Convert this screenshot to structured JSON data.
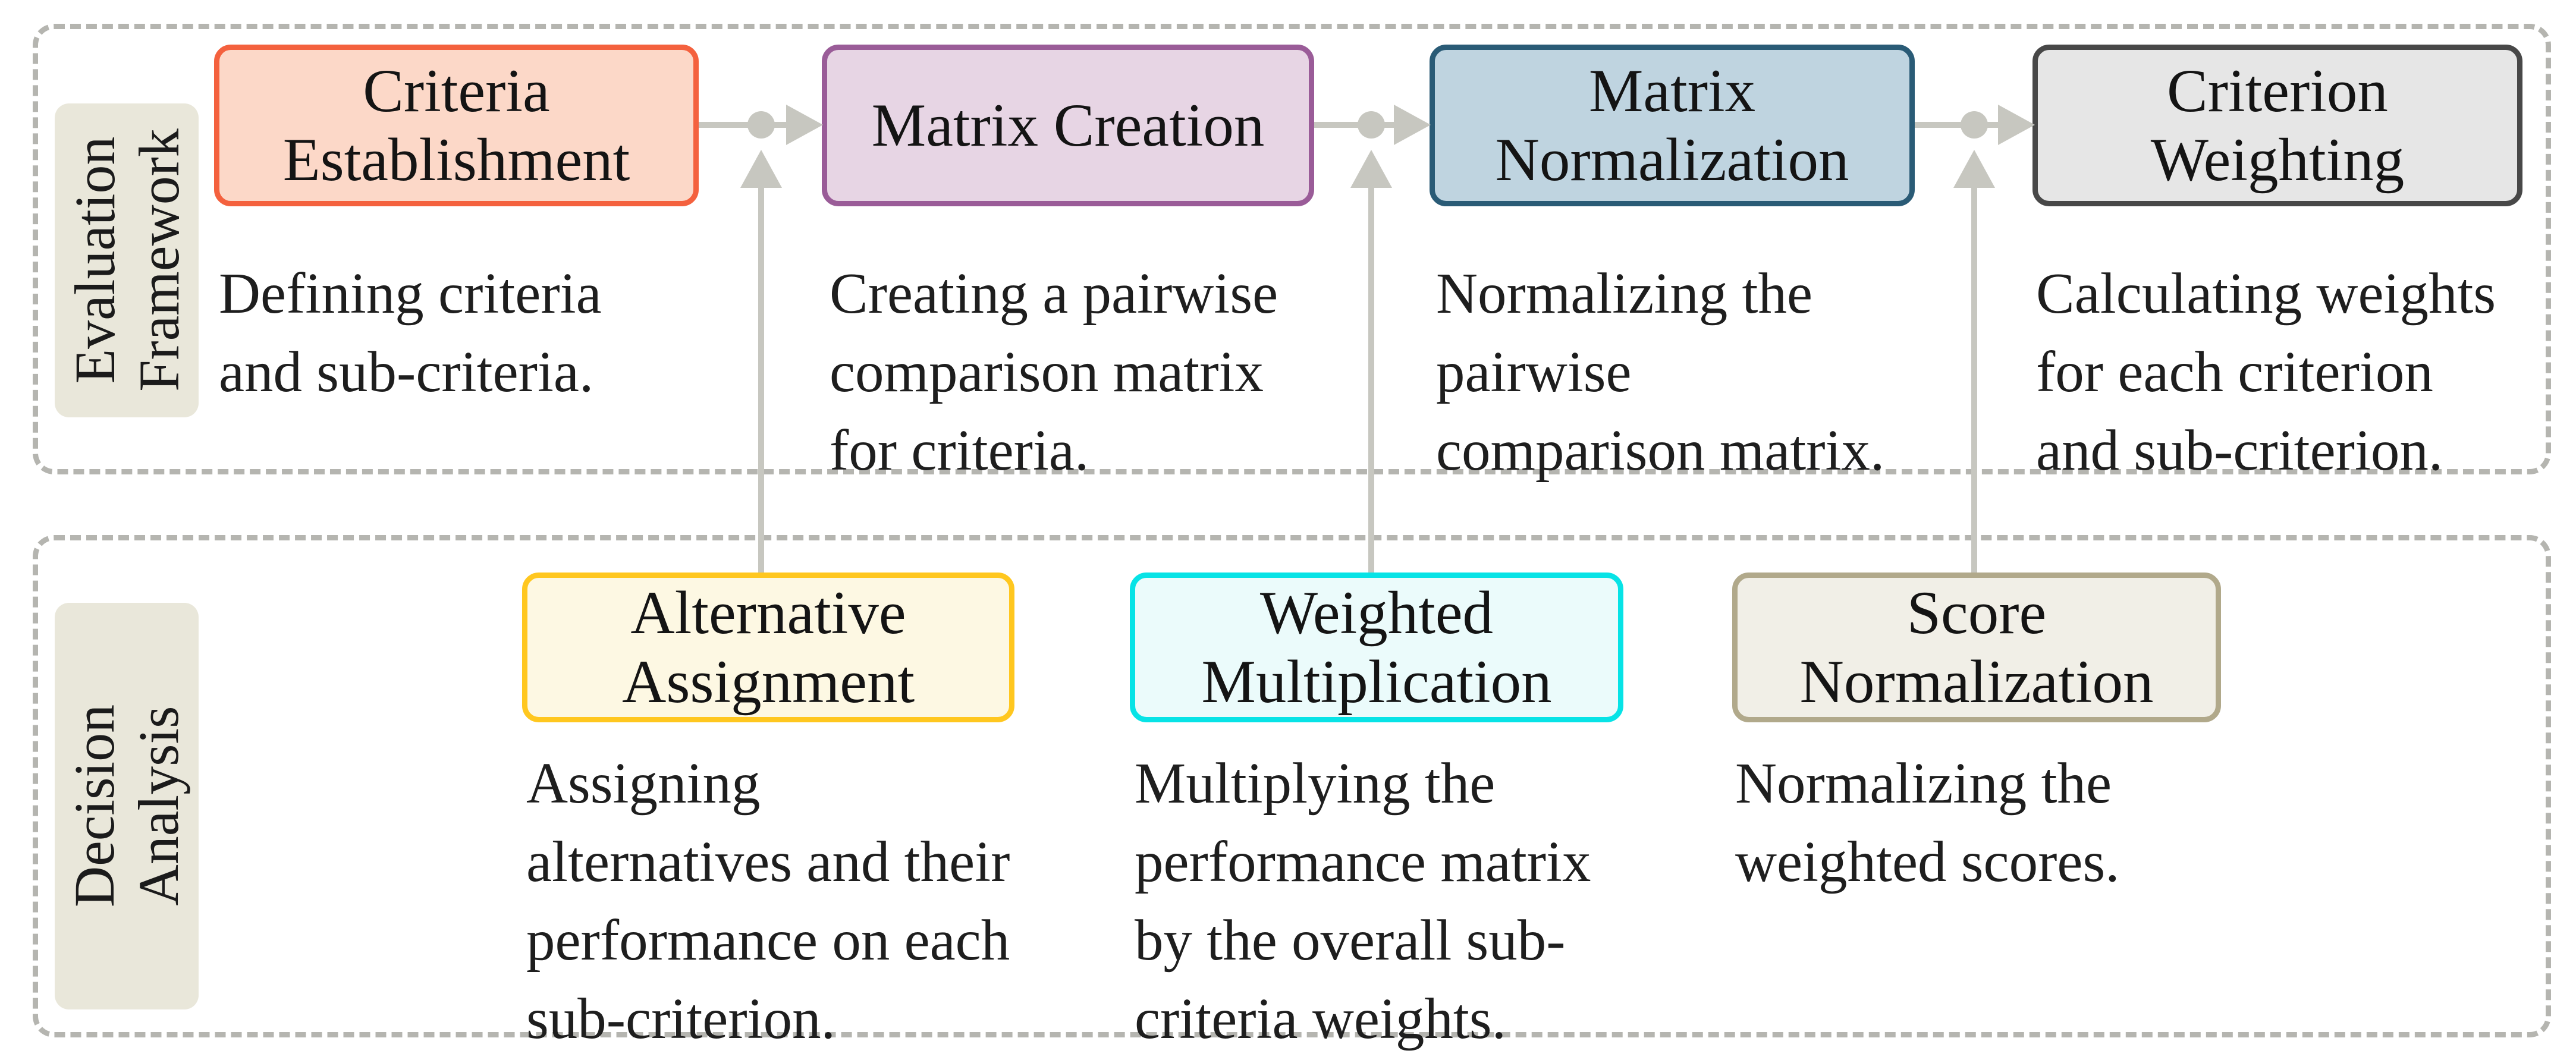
{
  "diagram": {
    "lanes": [
      {
        "label": "Evaluation\nFramework"
      },
      {
        "label": "Decision\nAnalysis"
      }
    ],
    "steps": [
      {
        "title": "Criteria\nEstablishment",
        "description": "Defining criteria\nand sub-criteria.",
        "fill": "#fcd8c8",
        "border": "#f4613e"
      },
      {
        "title": "Matrix Creation",
        "description": "Creating a pairwise\ncomparison matrix\nfor criteria.",
        "fill": "#e7d5e4",
        "border": "#9a5c98"
      },
      {
        "title": "Matrix\nNormalization",
        "description": "Normalizing the\npairwise\ncomparison matrix.",
        "fill": "#bfd4e0",
        "border": "#2a5b76"
      },
      {
        "title": "Criterion\nWeighting",
        "description": "Calculating weights\nfor each criterion\nand sub-criterion.",
        "fill": "#e6e6e6",
        "border": "#484848"
      },
      {
        "title": "Alternative\nAssignment",
        "description": "Assigning\nalternatives and their\nperformance on each\nsub-criterion.",
        "fill": "#fdf8e3",
        "border": "#ffc71f"
      },
      {
        "title": "Weighted\nMultiplication",
        "description": "Multiplying the\nperformance matrix\nby the overall sub-\ncriteria weights.",
        "fill": "#ebfbfb",
        "border": "#07e3e6"
      },
      {
        "title": "Score\nNormalization",
        "description": "Normalizing the\nweighted scores.",
        "fill": "#f1efe7",
        "border": "#b1a98b"
      }
    ],
    "colors": {
      "arrow": "#c7c7c0",
      "lane_dash": "#b5b5b0",
      "lane_label_bg": "#e9e7da",
      "text": "#1e1e1e",
      "background": "#ffffff"
    }
  }
}
